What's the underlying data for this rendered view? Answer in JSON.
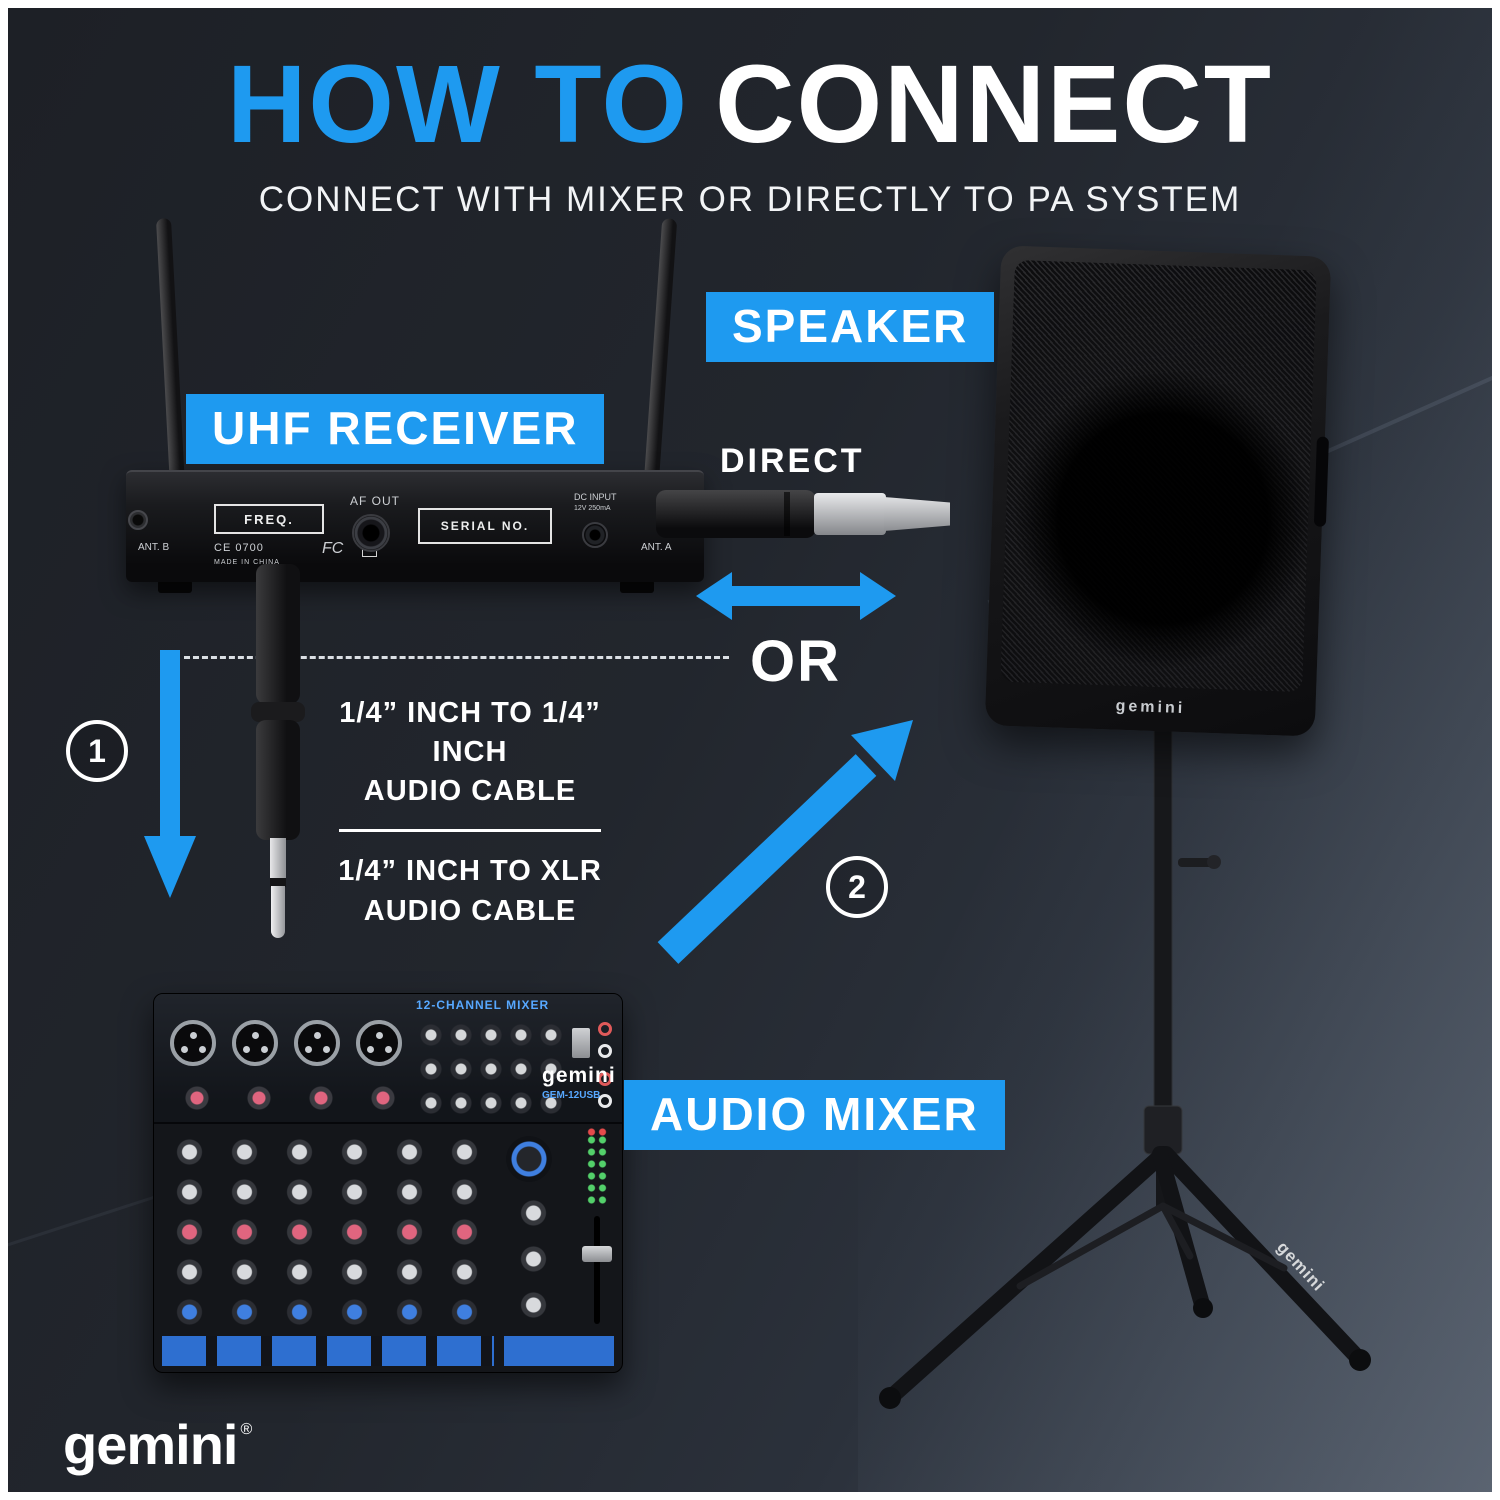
{
  "colors": {
    "accent_blue": "#1e9af0",
    "background_dark": "#22262d",
    "label_text": "#ffffff"
  },
  "header": {
    "title_blue": "HOW TO",
    "title_white": "CONNECT",
    "subtitle": "CONNECT WITH MIXER OR DIRECTLY TO PA SYSTEM"
  },
  "labels": {
    "speaker": "SPEAKER",
    "uhf_receiver": "UHF RECEIVER",
    "direct": "DIRECT",
    "or": "OR",
    "audio_mixer": "AUDIO MIXER"
  },
  "cables": {
    "option1_line1": "1/4” INCH TO 1/4” INCH",
    "option1_line2": "AUDIO CABLE",
    "option2_line1": "1/4” INCH TO XLR",
    "option2_line2": "AUDIO CABLE"
  },
  "steps": {
    "one": "1",
    "two": "2"
  },
  "receiver": {
    "ant_b": "ANT. B",
    "freq": "FREQ.",
    "ce_mark": "CE 0700",
    "made_in_china": "MADE IN CHINA",
    "fcc": "FC",
    "check": "✓",
    "af_out": "AF OUT",
    "serial_no": "SERIAL NO.",
    "dc_input": "DC INPUT",
    "dc_spec": "12V 250mA",
    "ant_a": "ANT. A"
  },
  "mixer": {
    "header": "12-CHANNEL MIXER",
    "brand": "gemini",
    "model": "GEM-12USB"
  },
  "speaker": {
    "brand": "gemini"
  },
  "stand": {
    "brand": "gemini"
  },
  "footer": {
    "brand": "gemini",
    "reg": "®"
  }
}
